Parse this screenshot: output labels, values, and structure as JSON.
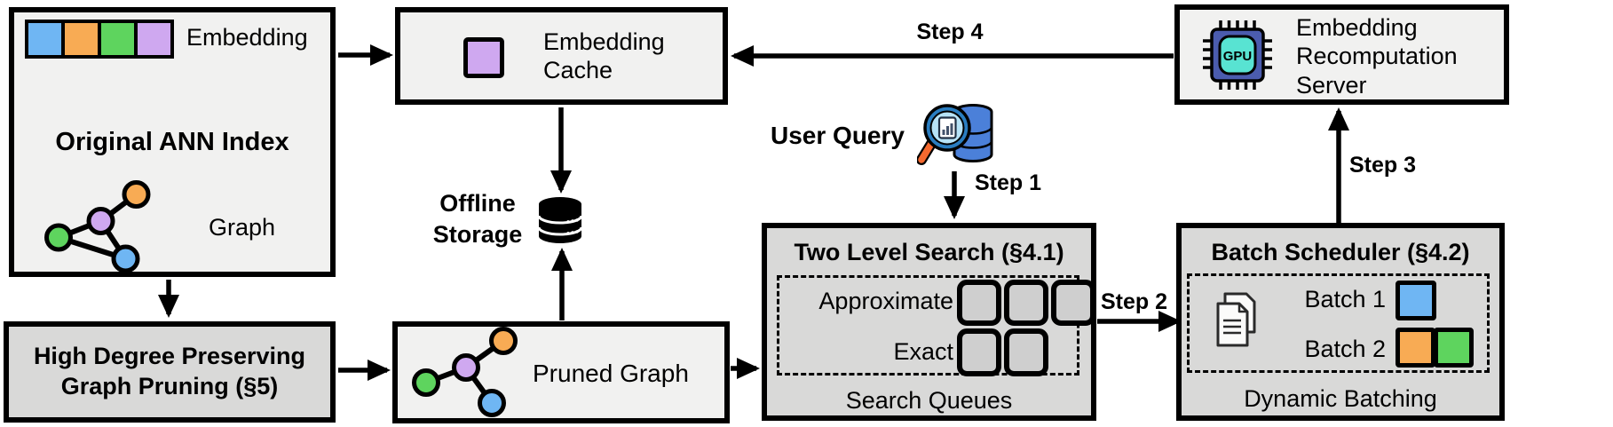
{
  "diagram": {
    "ann_index": {
      "embedding_label": "Embedding",
      "title": "Original ANN Index",
      "graph_label": "Graph"
    },
    "embedding_cache": {
      "label": "Embedding Cache"
    },
    "offline_storage": {
      "label": "Offline Storage"
    },
    "graph_pruning": {
      "label": "High Degree Preserving Graph Pruning (§5)"
    },
    "pruned_graph": {
      "label": "Pruned Graph"
    },
    "user_query": {
      "label": "User Query"
    },
    "two_level_search": {
      "title": "Two Level Search (§4.1)",
      "row1_label": "Approximate",
      "row2_label": "Exact",
      "caption": "Search Queues"
    },
    "batch_scheduler": {
      "title": "Batch Scheduler (§4.2)",
      "batch1_label": "Batch 1",
      "batch2_label": "Batch 2",
      "caption": "Dynamic Batching"
    },
    "recomputation_server": {
      "label": "Embedding Recomputation Server",
      "chip_label": "GPU"
    },
    "steps": {
      "step1": "Step 1",
      "step2": "Step 2",
      "step3": "Step 3",
      "step4": "Step 4"
    }
  },
  "colors": {
    "box_light": "#f1f1f0",
    "box_gray": "#d9d9d8",
    "slot_fill": "#cfcfcf",
    "blue": "#6fb6f3",
    "orange": "#f8ab54",
    "green": "#5ed45e",
    "purple": "#cfa8f0",
    "gpu_body": "#4b5cae",
    "gpu_core": "#58e3d2",
    "uq_db": "#4b80d9",
    "uq_ring": "#2a7dc0",
    "uq_lens": "#b7e3f7",
    "uq_handle": "#f4692f"
  }
}
